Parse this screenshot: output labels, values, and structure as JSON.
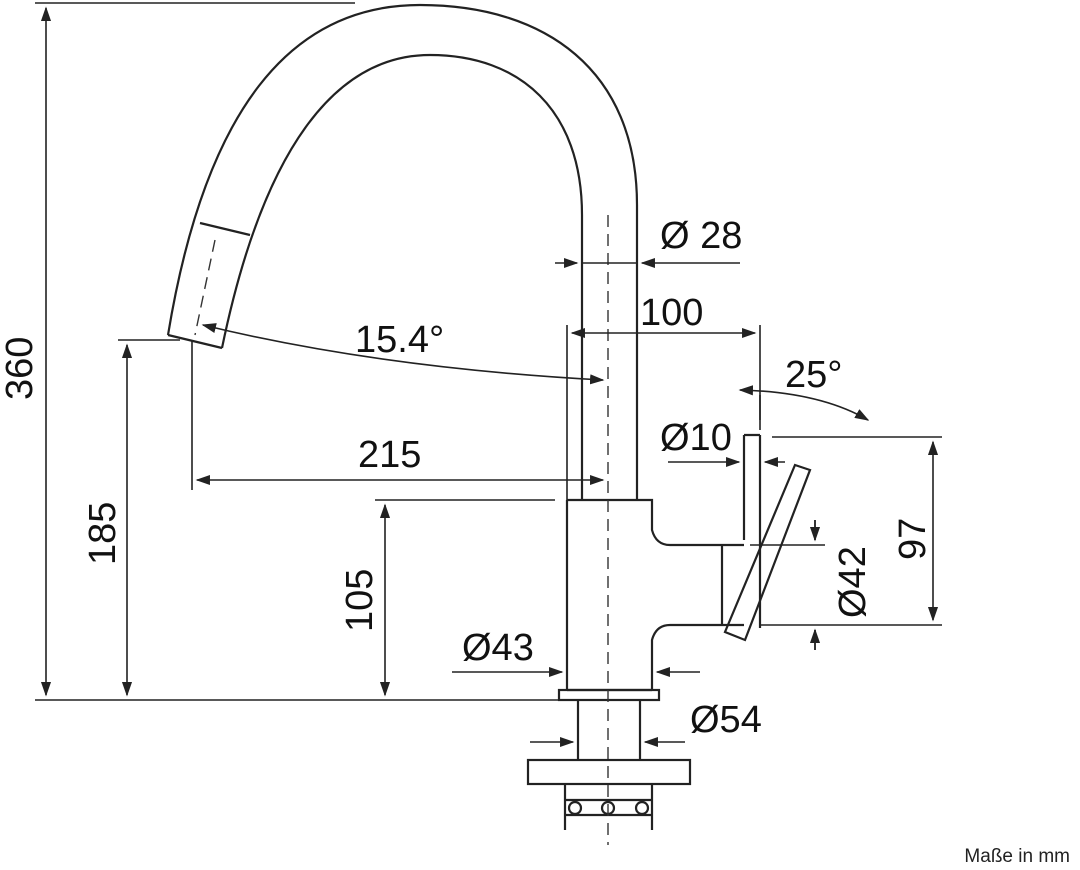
{
  "unit_note": "Maße in mm",
  "dimensions": {
    "height_total": "360",
    "height_spout": "185",
    "height_body": "105",
    "reach": "215",
    "handle_offset": "100",
    "spout_angle": "15.4°",
    "handle_angle": "25°",
    "spout_diameter": "Ø 28",
    "handle_diameter": "Ø10",
    "lever_diameter": "Ø42",
    "lever_height": "97",
    "body_diameter": "Ø43",
    "base_diameter": "Ø54"
  },
  "colors": {
    "line": "#222222",
    "background": "#ffffff"
  }
}
